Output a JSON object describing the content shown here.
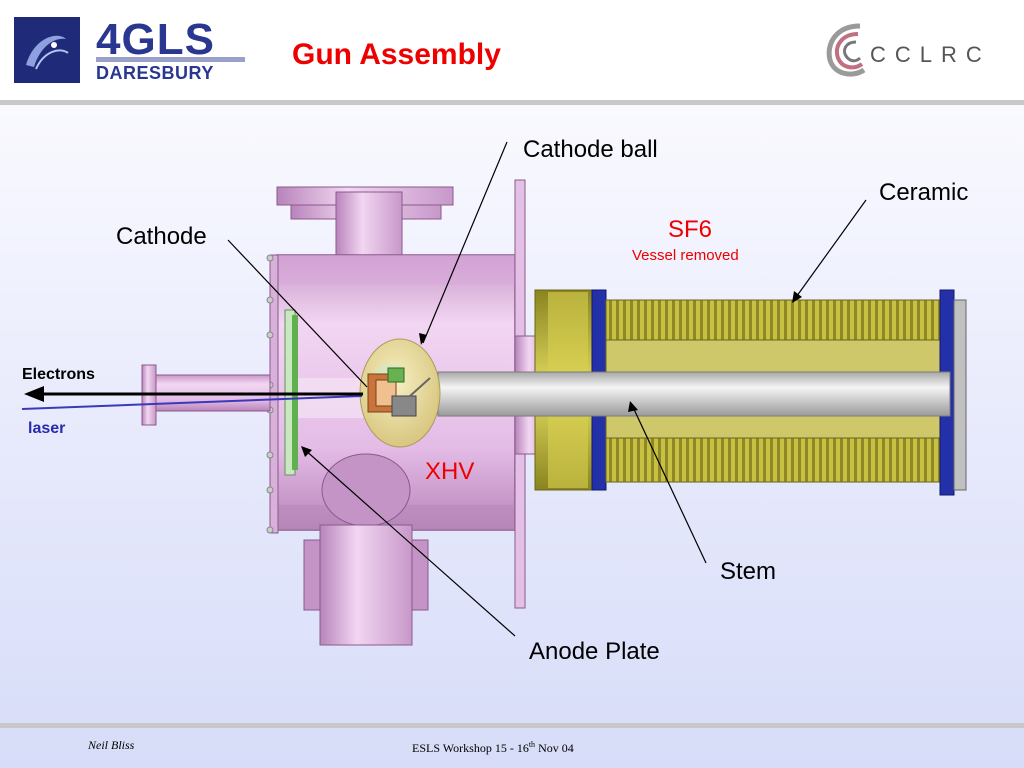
{
  "header": {
    "title": "Gun Assembly",
    "logo_left_big": "4GLS",
    "logo_left_small": "DARESBURY",
    "logo_right_text": "CCLRC"
  },
  "labels": {
    "cathode_ball": "Cathode ball",
    "ceramic": "Ceramic",
    "cathode": "Cathode",
    "sf6": "SF6",
    "vessel_removed": "Vessel removed",
    "electrons": "Electrons",
    "laser": "laser",
    "xhv": "XHV",
    "stem": "Stem",
    "anode_plate": "Anode Plate"
  },
  "footer": {
    "author": "Neil Bliss",
    "event_prefix": "ESLS Workshop  15 - 16",
    "event_sup": "th",
    "event_suffix": "  Nov 04"
  },
  "colors": {
    "title_red": "#ee0000",
    "chamber_pink": "#e2b8e4",
    "ceramic_yellow": "#c8c040",
    "flange_blue": "#2430a8",
    "stem_grey": "#d4d4d4",
    "laser_blue": "#3a3ab8",
    "electron_black": "#000000",
    "logo_blue": "#2a3790"
  }
}
